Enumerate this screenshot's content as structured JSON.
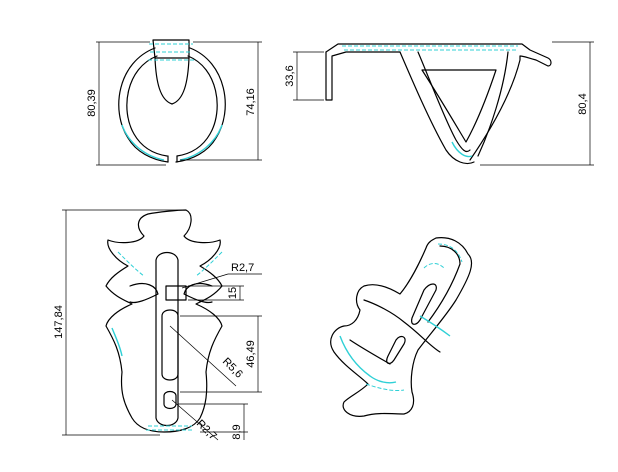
{
  "colors": {
    "outline": "#000000",
    "hidden_lines": "#2fd0d6",
    "background": "#ffffff"
  },
  "views": {
    "front": {
      "dim_height": "80,39",
      "dim_inner": "74,16"
    },
    "side": {
      "dim_tab": "33,6",
      "dim_height": "80,4"
    },
    "bottom": {
      "dim_total": "147,84",
      "dim_r1": "R2,7",
      "dim_slot": "15",
      "dim_mid": "46,49",
      "dim_r2": "R5,6",
      "dim_r3": "R2,7",
      "dim_bottom": "8,9"
    }
  }
}
